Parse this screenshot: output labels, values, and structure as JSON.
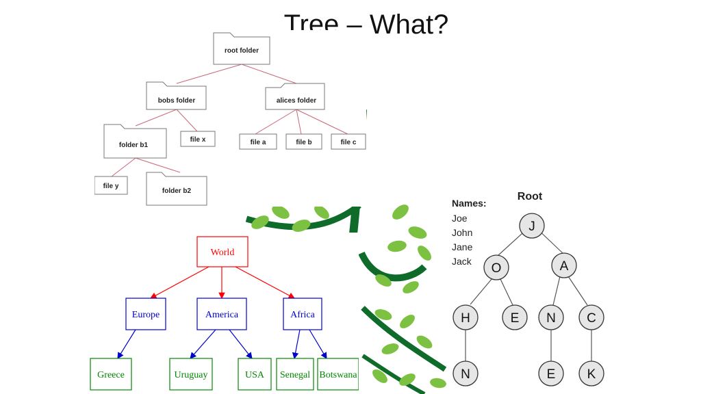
{
  "slide": {
    "title": "Tree – What?"
  },
  "folder_tree": {
    "nodes": {
      "root": "root folder",
      "bobs": "bobs folder",
      "alices": "alices folder",
      "folder_b1": "folder b1",
      "file_x": "file x",
      "file_a": "file a",
      "file_b": "file b",
      "file_c": "file c",
      "file_y": "file y",
      "folder_b2": "folder b2"
    }
  },
  "world_tree": {
    "nodes": {
      "world": "World",
      "europe": "Europe",
      "america": "America",
      "africa": "Africa",
      "greece": "Greece",
      "uruguay": "Uruguay",
      "usa": "USA",
      "senegal": "Senegal",
      "botswana": "Botswana"
    },
    "colors": {
      "root": "#ff0000",
      "level1": "#0000cc",
      "level2": "#008800"
    }
  },
  "name_tree": {
    "root_label": "Root",
    "names_title": "Names:",
    "names": [
      "Joe",
      "John",
      "Jane",
      "Jack"
    ],
    "nodes": {
      "j": "J",
      "o": "O",
      "a": "A",
      "h": "H",
      "e1": "E",
      "n1": "N",
      "c": "C",
      "n2": "N",
      "e2": "E",
      "k": "K"
    }
  },
  "decoration": {
    "leaf_color": "#7cc142",
    "branch_color": "#0f6b2a"
  }
}
